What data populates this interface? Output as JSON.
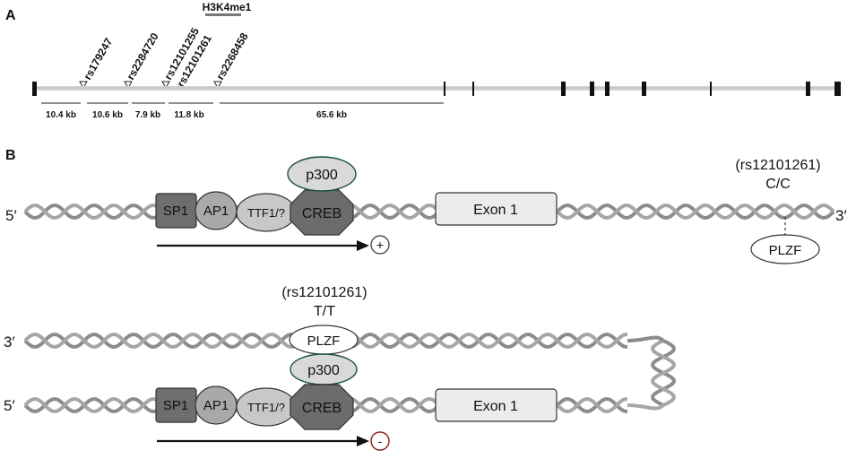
{
  "panel_a": {
    "label": "A",
    "annotation": "H3K4me1",
    "snps": [
      "rs179247",
      "rs2284720",
      "rs12101255",
      "rs12101261",
      "rs2268458"
    ],
    "distances": [
      "10.4 kb",
      "10.6 kb",
      "7.9 kb",
      "11.8 kb",
      "65.6 kb"
    ]
  },
  "panel_b": {
    "label": "B",
    "top": {
      "five_prime": "5′",
      "three_prime": "3′",
      "factors": {
        "sp1": "SP1",
        "ap1": "AP1",
        "ttf1": "TTF1/?",
        "creb": "CREB",
        "p300": "p300"
      },
      "exon": "Exon 1",
      "snp": "(rs12101261)",
      "genotype": "C/C",
      "plzf": "PLZF",
      "effect": "+"
    },
    "bottom": {
      "three_prime": "3′",
      "five_prime": "5′",
      "snp": "(rs12101261)",
      "genotype": "T/T",
      "plzf": "PLZF",
      "factors": {
        "sp1": "SP1",
        "ap1": "AP1",
        "ttf1": "TTF1/?",
        "creb": "CREB",
        "p300": "p300"
      },
      "exon": "Exon 1",
      "effect": "-"
    }
  }
}
